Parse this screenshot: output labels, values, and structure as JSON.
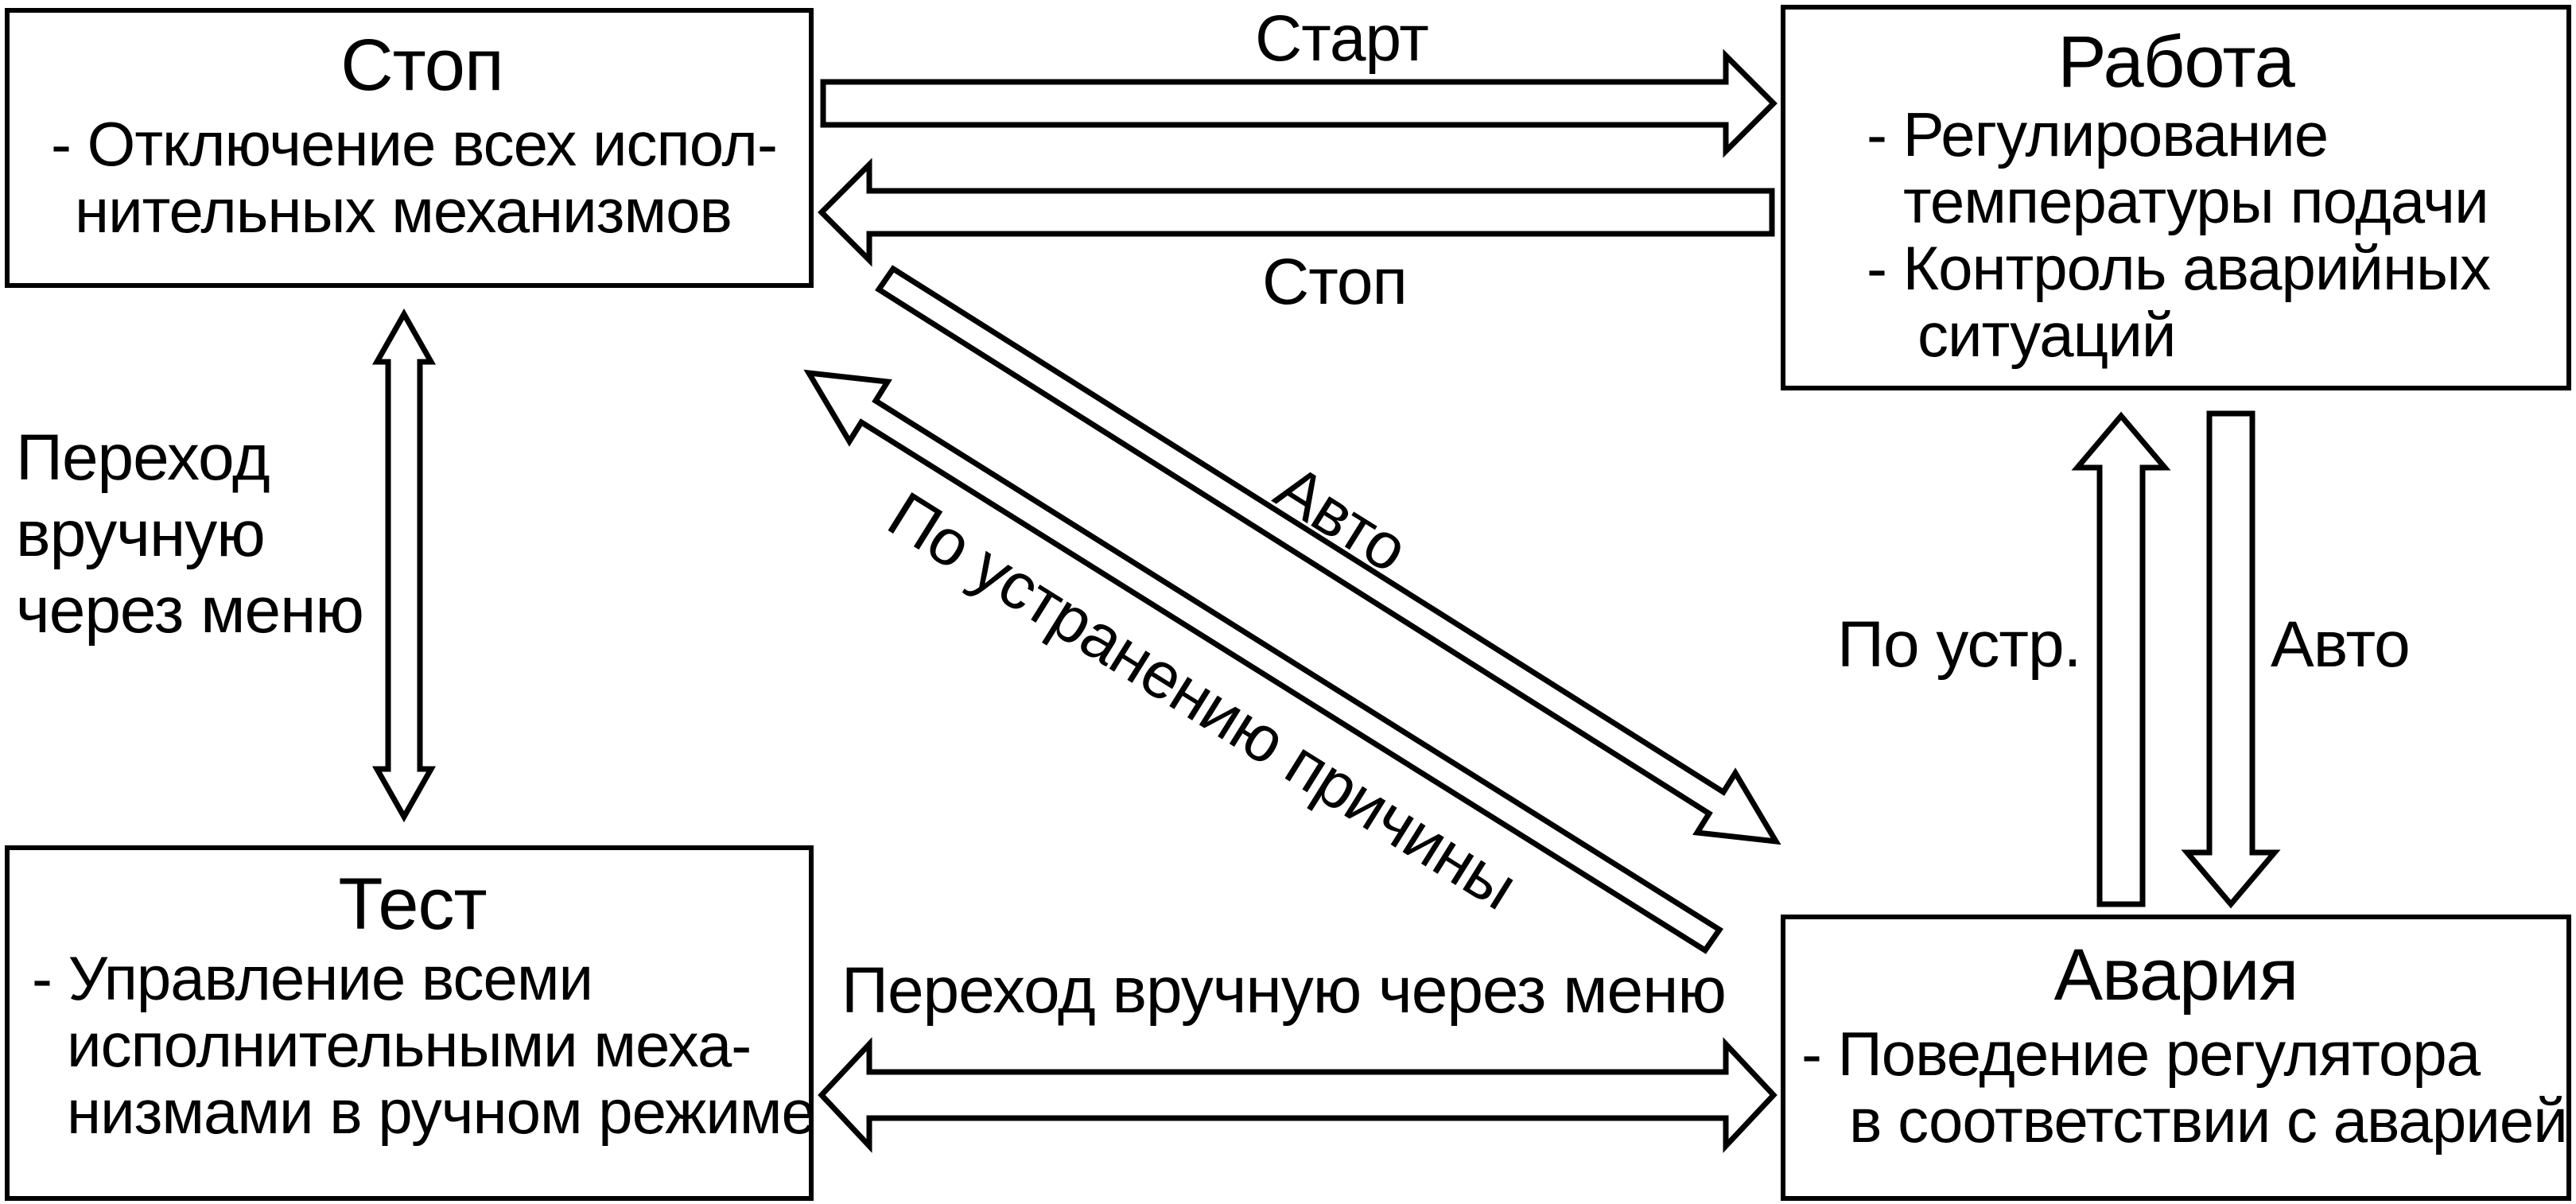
{
  "states": {
    "stop": {
      "title": "Стоп",
      "lines": [
        "- Отключение всех испол-",
        "нительных механизмов"
      ]
    },
    "work": {
      "title": "Работа",
      "lines": [
        "- Регулирование",
        "температуры подачи",
        "- Контроль аварийных",
        "ситуаций"
      ]
    },
    "test": {
      "title": "Тест",
      "lines": [
        "- Управление всеми",
        "исполнительными меха-",
        "низмами в ручном режиме"
      ]
    },
    "alarm": {
      "title": "Авария",
      "lines": [
        "- Поведение регулятора",
        "в соответствии с аварией"
      ]
    }
  },
  "transitions": {
    "start": "Старт",
    "stop": "Стоп",
    "manual_stop_test": [
      "Переход",
      "вручную",
      "через меню"
    ],
    "auto_work_alarm": "Авто",
    "auto_diag": "Авто",
    "fix_alarm_work": "По устр.",
    "fix_diag": "По устранению причины",
    "manual_test_alarm": "Переход вручную через меню"
  }
}
